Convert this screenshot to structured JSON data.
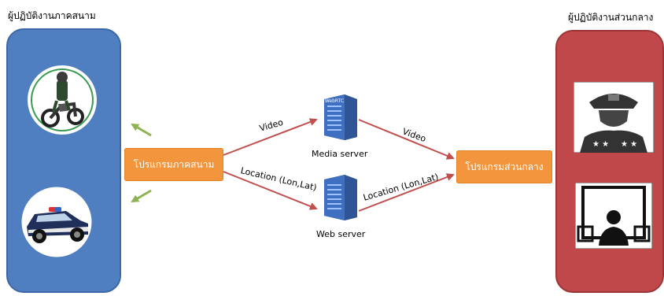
{
  "field": {
    "title": "ผู้ปฏิบัติงานภาคสนาม",
    "program_label": "โปรแกรมภาคสนาม"
  },
  "central": {
    "title": "ผู้ปฏิบัติงานส่วนกลาง",
    "program_label": "โปรแกรมส่วนกลาง"
  },
  "servers": {
    "media_label": "Media server",
    "media_badge": "WebRTC",
    "web_label": "Web server"
  },
  "edges": {
    "video_in": "Video",
    "video_out": "Video",
    "location_in": "Location (Lon,Lat)",
    "location_out": "Location (Lon,Lat)"
  },
  "colors": {
    "field_panel": "#4f7fc1",
    "central_panel": "#c0484a",
    "program_box": "#f2953c",
    "arrow": "#c0504d",
    "signal_arrow": "#8db352",
    "server": "#2f5597"
  },
  "icons": [
    "motorcycle-officer-icon",
    "police-car-icon",
    "police-officer-icon",
    "monitor-operator-icon",
    "media-server-icon",
    "web-server-icon"
  ]
}
